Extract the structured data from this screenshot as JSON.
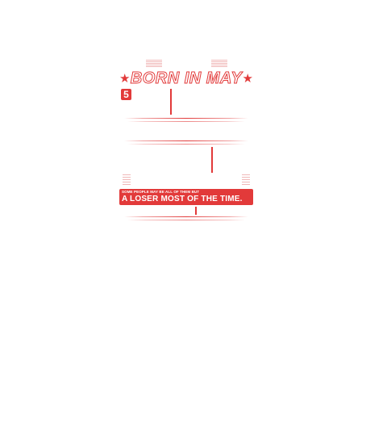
{
  "design": {
    "title": "BORN IN MAY",
    "digit": "5",
    "star_icon": "star-icon",
    "accent_color": "#e23a3a",
    "banner": {
      "line1": "Some people may be all of them but",
      "line2": "A LOSER MOST OF THE TIME."
    }
  }
}
